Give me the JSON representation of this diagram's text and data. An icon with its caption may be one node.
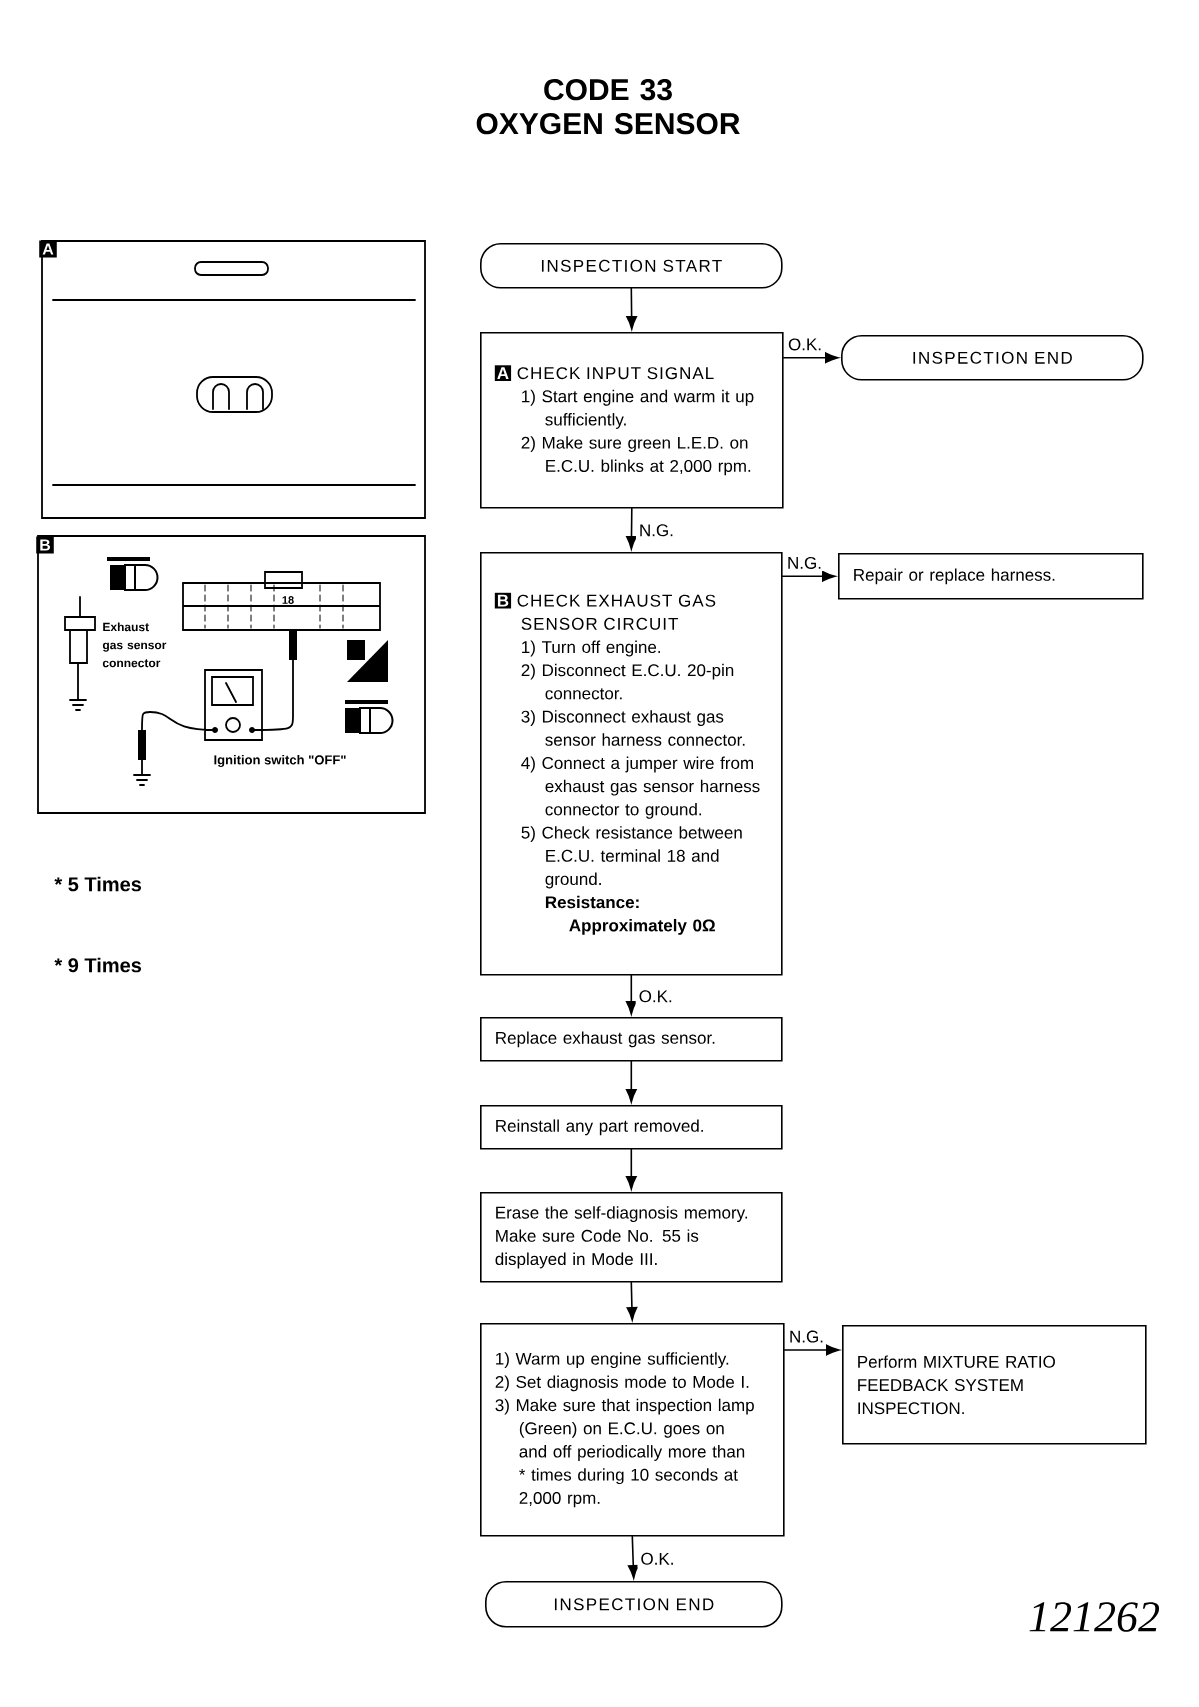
{
  "diagram": {
    "title": "CODE 33 OXYGEN SENSOR",
    "nodes": [
      {
        "text": [
          "INSPECTION START"
        ]
      },
      {
        "text": [
          "A",
          "CHECK INPUT SIGNAL",
          "1) Start engine and warm it up sufficiently.",
          "2) Make sure green L.E.D. on E.C.U. blinks at 2,000 rpm."
        ]
      },
      {
        "text": [
          "INSPECTION END"
        ]
      },
      {
        "text": [
          "B",
          "CHECK EXHAUST GAS SENSOR CIRCUIT",
          "1) Turn off engine.",
          "2) Disconnect E.C.U. 20-pin connector.",
          "3) Disconnect exhaust gas sensor harness connector.",
          "4) Connect a jumper wire from exhaust gas sensor harness connector to ground.",
          "5) Check resistance between E.C.U. terminal 18 and ground.",
          "Resistance:",
          "Approximately 0Ω"
        ]
      },
      {
        "text": [
          "Repair or replace harness."
        ]
      },
      {
        "text": [
          "Replace exhaust gas sensor."
        ]
      },
      {
        "text": [
          "Reinstall any part removed."
        ]
      },
      {
        "text": [
          "Erase the self-diagnosis memory. Make sure Code No. 55 is displayed in Mode III."
        ]
      },
      {
        "text": [
          "1) Warm up engine sufficiently.",
          "2) Set diagnosis mode to Mode I.",
          "3) Make sure that inspection lamp (Green) on E.C.U. goes on and off periodically more than * times during 10 seconds at 2,000 rpm."
        ]
      },
      {
        "text": [
          "Perform MIXTURE RATIO FEEDBACK SYSTEM INSPECTION."
        ]
      },
      {
        "text": [
          "INSPECTION END"
        ]
      }
    ],
    "edges": [
      {
        "from": 0,
        "to": 1,
        "arrow": "to"
      },
      {
        "from": 1,
        "to": 2,
        "arrow": "to",
        "label": "O.K."
      },
      {
        "from": 1,
        "to": 3,
        "arrow": "to",
        "label": "N.G."
      },
      {
        "from": 3,
        "to": 4,
        "arrow": "to",
        "label": "N.G."
      },
      {
        "from": 3,
        "to": 5,
        "arrow": "to",
        "label": "O.K."
      },
      {
        "from": 5,
        "to": 6,
        "arrow": "to"
      },
      {
        "from": 6,
        "to": 7,
        "arrow": "to"
      },
      {
        "from": 7,
        "to": 8,
        "arrow": "to"
      },
      {
        "from": 8,
        "to": 9,
        "arrow": "to",
        "label": "N.G."
      },
      {
        "from": 8,
        "to": 10,
        "arrow": "to",
        "label": "O.K."
      }
    ],
    "labels": [
      "A",
      "B",
      "18",
      "Exhaust gas sensor connector",
      "Ignition switch \"OFF\"",
      "* 5 Times",
      "* 9 Times",
      "121262"
    ]
  }
}
